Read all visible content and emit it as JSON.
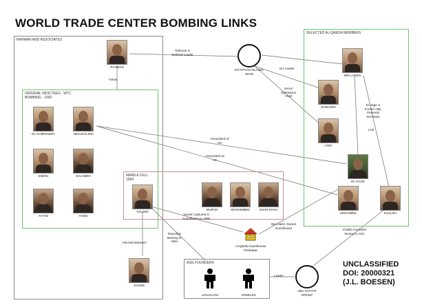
{
  "title": "WORLD TRADE CENTER BOMBING LINKS",
  "boxes": {
    "rahman": "RAHMAN AND ASSOCIATES",
    "original": "ORIGINAL INDICTEES - WTC BOMBING - 1993",
    "manila": "MANILA CELL 1994",
    "qaeda": "SELECTED AL-QAEDA MEMBERS",
    "asg": "ASG FOUNDERS"
  },
  "people": {
    "rahman": "RAHMAN",
    "el_gabrowny": "EL-GABROWNY",
    "abouhalima": "ABOUHALIMA",
    "ismoil": "ISMOIL",
    "salameh": "SALAMEH",
    "ayyad": "AYYAD",
    "yasin": "YASIN",
    "yousef": "YOUSEF",
    "murad": "MURAD",
    "mohammed": "MOHAMMED",
    "khan_shah": "KHAN SHAH",
    "salem": "SALEM",
    "bin_laden": "BIN LADEN",
    "zawahiri": "ZAWAHIRI",
    "atef": "ATEF",
    "el_hage": "EL-HAGE",
    "mohamed": "MOHAMED",
    "khalifa": "KHALIFA",
    "janjalani": "JANJALANI",
    "angeles": "ANGELES"
  },
  "orgs": {
    "jihad": "EGYPTIAN ISLAMIC JIHAD",
    "guesthouse": "Al-Qaeda Guesthouse Peshawar",
    "abu_sayyaf": "ABU SAYYAF GROUP"
  },
  "edges": {
    "rahman_spiritual": "Rahman is Spiritual Leader",
    "fatwa": "Fatwa",
    "eij_leader": "EIJ Leader",
    "senior_ops": "Senior Operations Chief",
    "el_hage": "El Hage is Former OBL Personal Secretary",
    "link": "Link",
    "assoc1": "Associated w/ US",
    "assoc2": "Associated w/ US",
    "yousef_captured": "Yousef Captured in Guesthouse in 1995",
    "bin_laden_owned": "Bin Laden Owned Guesthouse",
    "khalifa_funneled": "Khalifa Funneled Money to ASG",
    "reported_meeting": "Reported Meeting in 1994",
    "fbi_informant": "FBI INFORMANT",
    "leader": "Leader"
  },
  "stamp": {
    "line1": "UNCLASSIFIED",
    "line2": "DOI: 20000321",
    "line3": "(J.L. BOESEN)"
  }
}
